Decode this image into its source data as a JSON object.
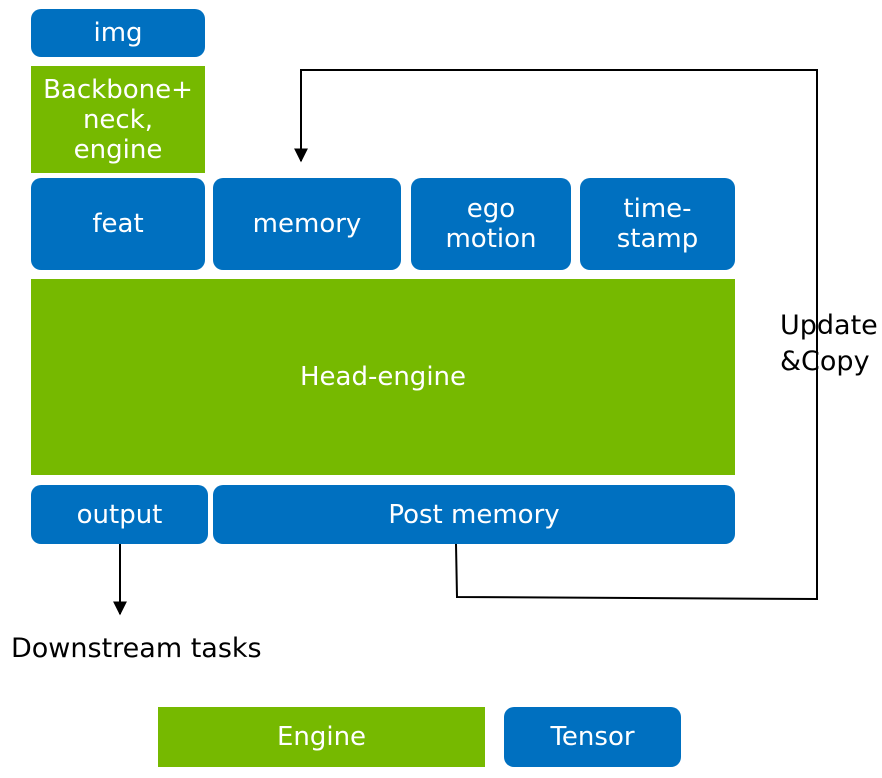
{
  "colors": {
    "tensor": "#0070c0",
    "engine": "#76b900",
    "text_on_box": "#ffffff",
    "line": "#000000"
  },
  "boxes": {
    "img": "img",
    "backbone": "Backbone+\nneck,\nengine",
    "feat": "feat",
    "memory": "memory",
    "ego_motion": "ego\nmotion",
    "timestamp": "time-\nstamp",
    "head_engine": "Head-engine",
    "output": "output",
    "post_memory": "Post memory"
  },
  "labels": {
    "update_copy": "Update\n&Copy",
    "downstream": "Downstream tasks"
  },
  "legend": {
    "engine": "Engine",
    "tensor": "Tensor"
  }
}
